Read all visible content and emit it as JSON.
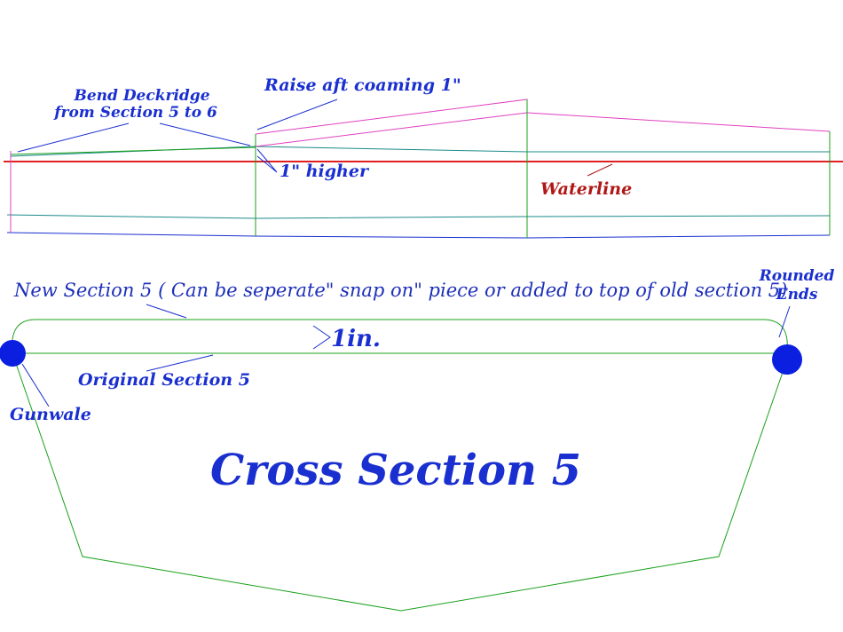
{
  "labels": {
    "bend_deckridge_1": "Bend Deckridge",
    "bend_deckridge_2": "from Section  5 to 6",
    "raise_aft_coaming": "Raise aft coaming 1\"",
    "one_inch_higher": "1\"  higher",
    "waterline": "Waterline",
    "new_section": "New Section 5  ( Can be seperate\" snap on\" piece or added to top of old section 5)",
    "rounded_ends_1": "Rounded",
    "rounded_ends_2": "Ends",
    "one_in": "1in.",
    "original_section": "Original Section 5",
    "gunwale": "Gunwale",
    "title": "Cross Section 5"
  },
  "colors": {
    "label": "#1a2fd0",
    "waterline": "#e02020",
    "coaming": "#e040c0",
    "hull": "#1aa01a",
    "hull_side": "#1c8a8a",
    "leader": "#1a2fd0",
    "gunwale_dot": "#0a1fe0"
  }
}
